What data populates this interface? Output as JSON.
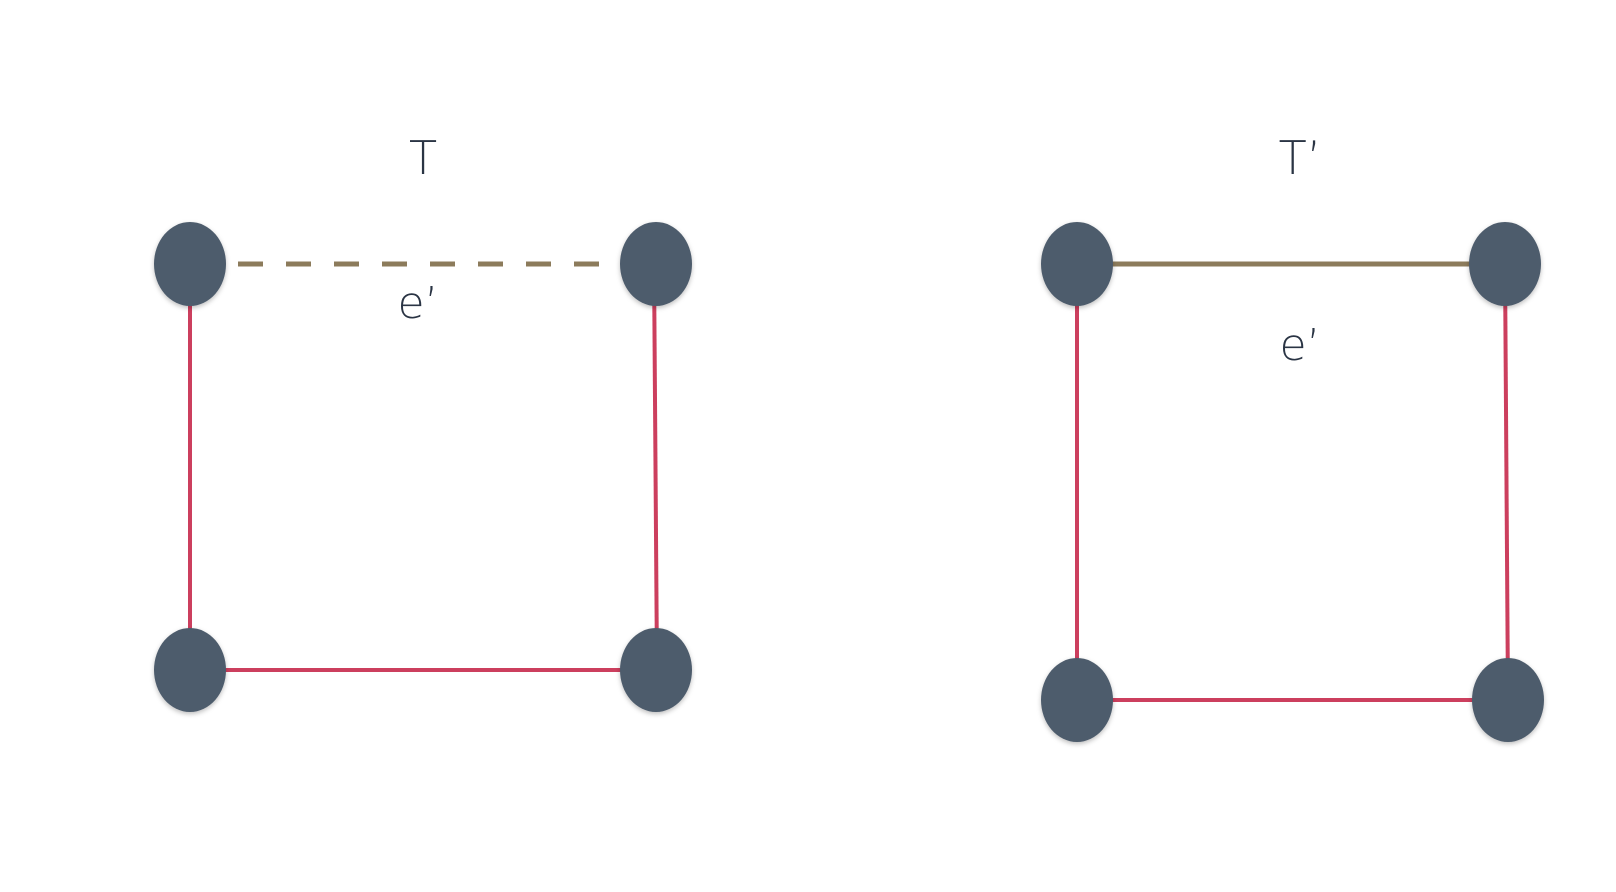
{
  "colors": {
    "node": "#4e5c6c",
    "tree_edge": "#cc3f5e",
    "swap_edge": "#8c7b5b",
    "text": "#2a3444",
    "background": "#ffffff"
  },
  "left_graph": {
    "title": "T",
    "edge_label": "e’",
    "edge_style": "dashed"
  },
  "right_graph": {
    "title": "T’",
    "edge_label": "e’",
    "edge_style": "solid"
  }
}
